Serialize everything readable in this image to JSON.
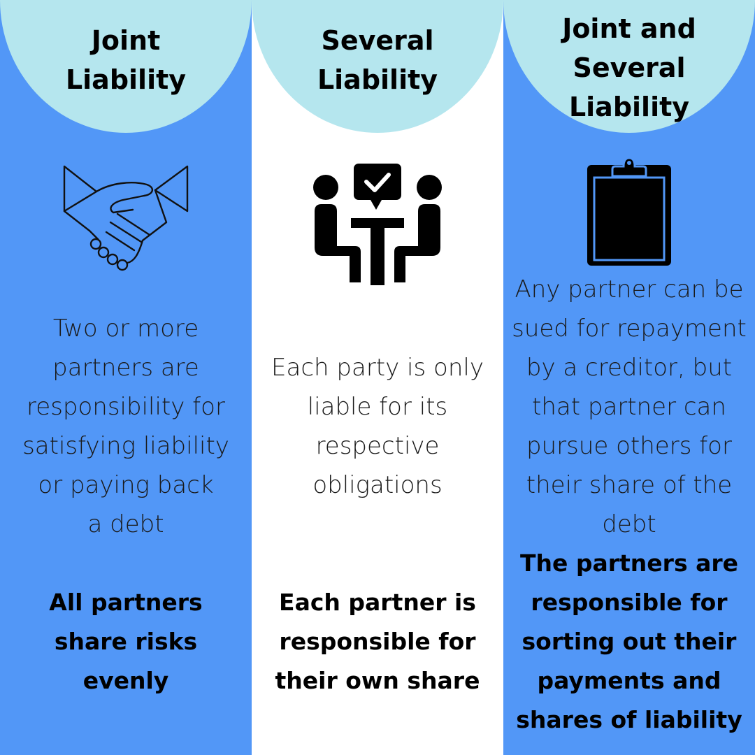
{
  "columns": [
    {
      "title": "Joint\nLiability",
      "icon": "handshake-icon",
      "description": "Two or more\npartners are\nresponsibility for\nsatisfying liability\nor paying back\na debt",
      "summary": "All partners\nshare risks\nevenly"
    },
    {
      "title": "Several\nLiability",
      "icon": "meeting-approval-icon",
      "description": "Each party is only\nliable for its\nrespective\nobligations",
      "summary": "Each partner is\nresponsible for\ntheir own share"
    },
    {
      "title": "Joint and\nSeveral\nLiability",
      "icon": "clipboard-icon",
      "description": "Any partner can be\nsued for repayment\nby a creditor, but\nthat partner can\npursue others for\ntheir share of the\ndebt",
      "summary": "The partners are\nresponsible for\nsorting out their\npayments and\nshares of liability"
    }
  ],
  "colors": {
    "blue_column": "#5297f7",
    "white_column": "#ffffff",
    "cap": "#b5e6ee",
    "text": "#000000"
  }
}
